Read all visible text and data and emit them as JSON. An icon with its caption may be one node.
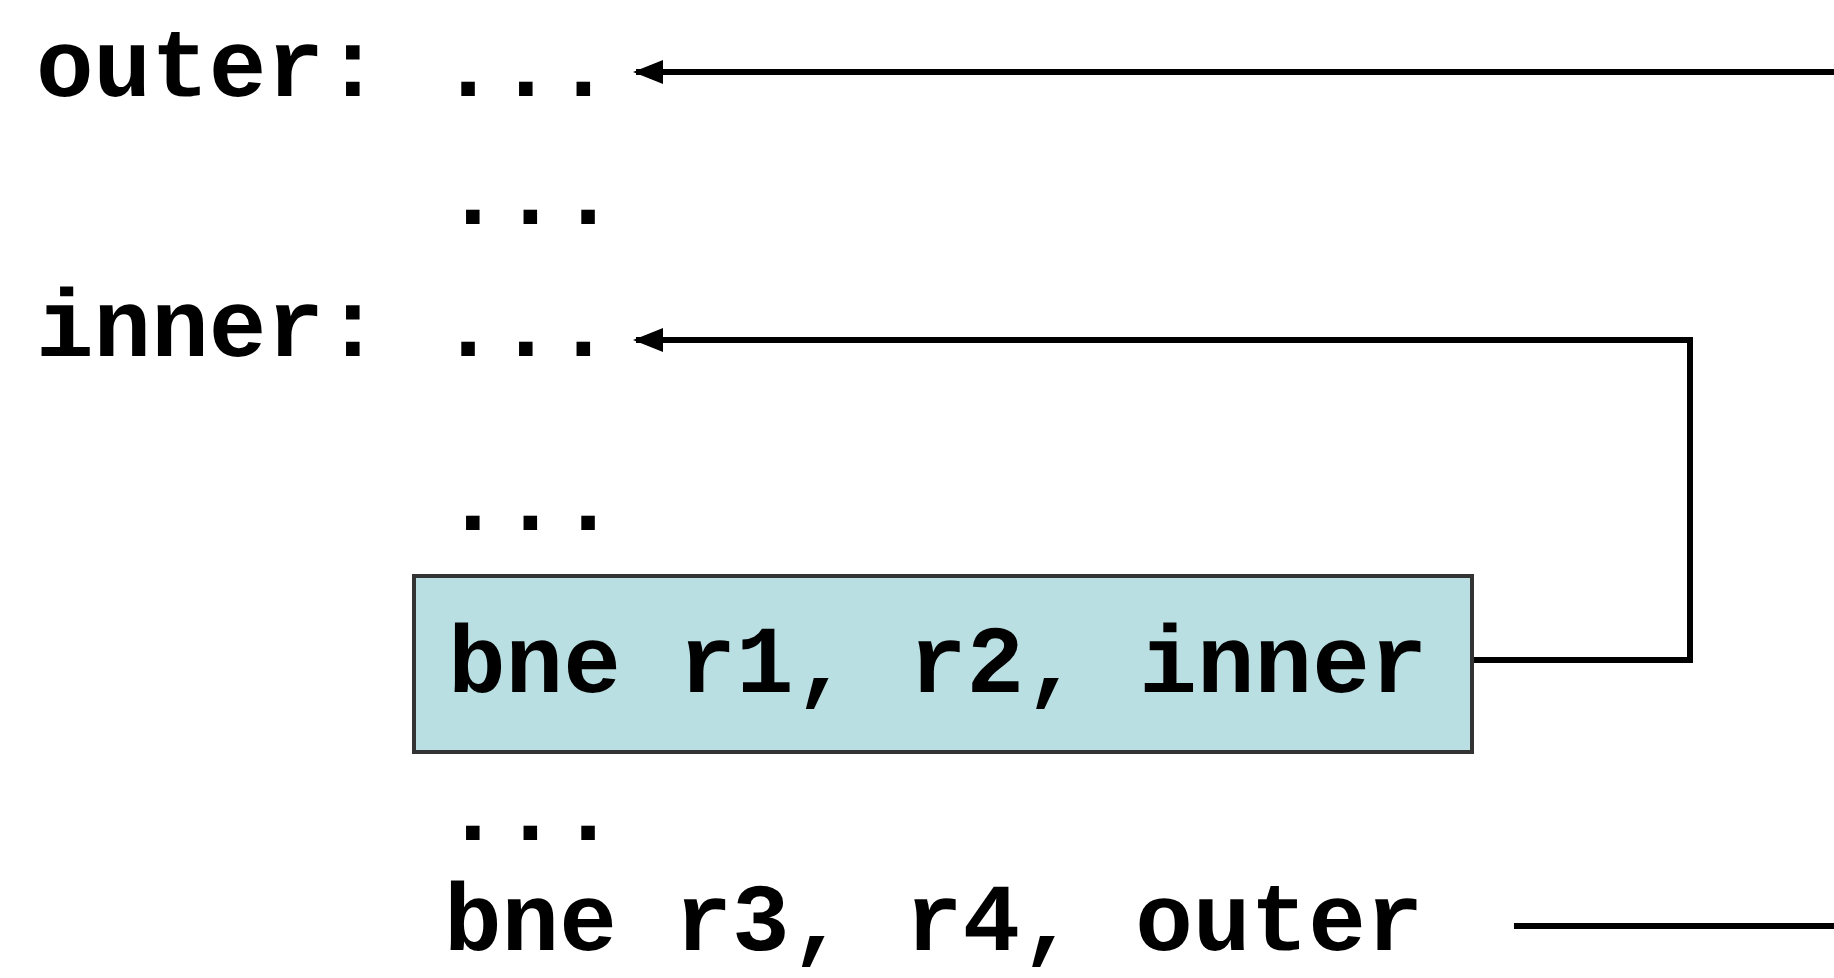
{
  "diagram": {
    "nodes": [
      {
        "text": [
          "outer: ..."
        ]
      },
      {
        "text": [
          "inner: ..."
        ]
      },
      {
        "text": [
          "bne r1, r2, inner"
        ]
      },
      {
        "text": [
          "bne r3, r4, outer"
        ]
      }
    ],
    "edges": [
      {
        "from": 2,
        "to": 1,
        "arrow": "to"
      },
      {
        "from": 3,
        "to": 0,
        "arrow": "to"
      }
    ],
    "labels": [
      "...",
      "...",
      "..."
    ]
  }
}
